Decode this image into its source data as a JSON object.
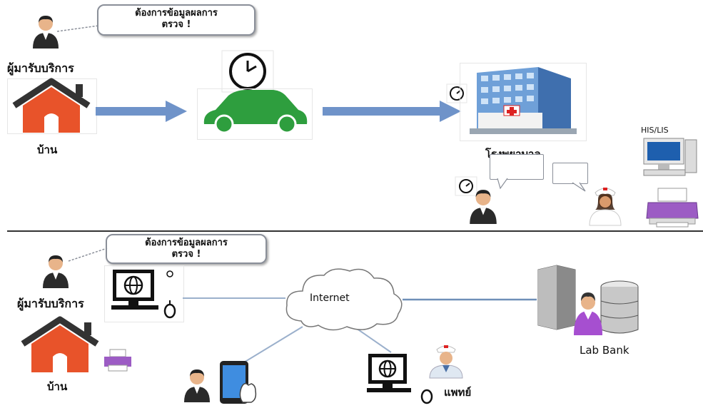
{
  "top": {
    "bubble_line1": "ต้องการข้อมูลผลการ",
    "bubble_line2": "ตรวจ !",
    "client_label": "ผู้มารับบริการ",
    "home_label": "บ้าน",
    "hospital_label": "โรงพยาบาล",
    "his_lis_label": "HIS/LIS"
  },
  "bottom": {
    "bubble_line1": "ต้องการข้อมูลผลการ",
    "bubble_line2": "ตรวจ !",
    "client_label": "ผู้มารับบริการ",
    "home_label": "บ้าน",
    "internet_label": "Internet",
    "lab_bank_label": "Lab Bank",
    "doctor_label": "แพทย์"
  },
  "colors": {
    "arrow": "#6f93c9",
    "house": "#e8532a",
    "roof": "#333333",
    "car": "#2e9e3e",
    "divider": "#333333",
    "link": "#9bb0cc"
  }
}
